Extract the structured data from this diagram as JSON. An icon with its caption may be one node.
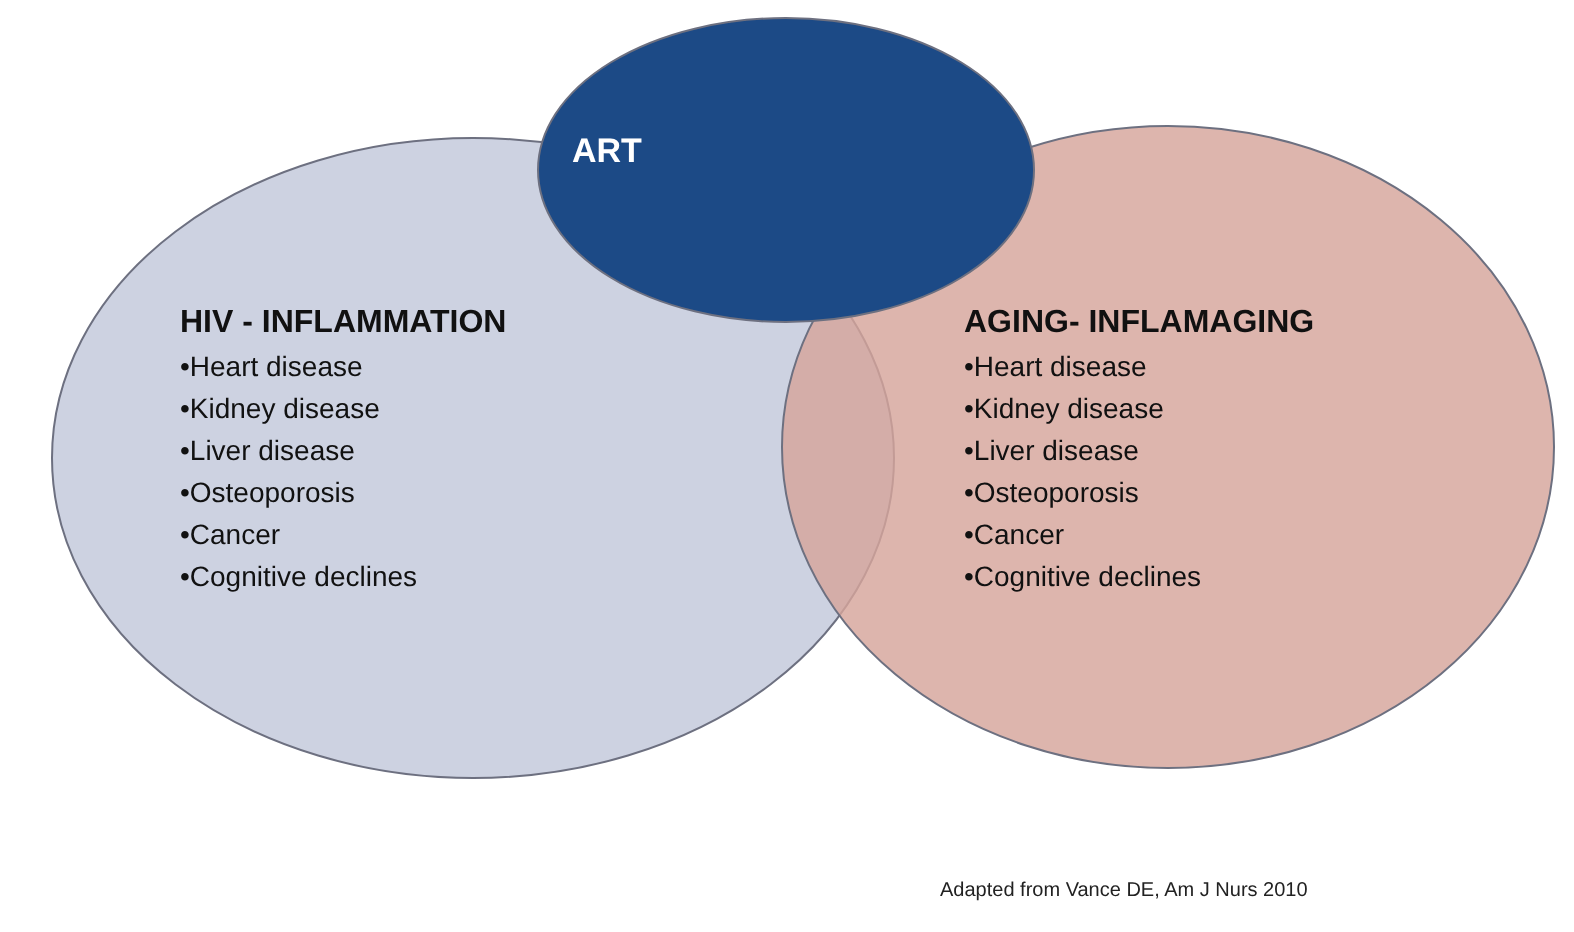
{
  "diagram": {
    "caption": "Adapted from Vance DE, Am J Nurs 2010",
    "nodes": [
      {
        "text": [
          "ART"
        ]
      },
      {
        "text": [
          "HIV - INFLAMMATION",
          "•Heart disease",
          "•Kidney disease",
          "•Liver disease",
          "•Osteoporosis",
          "•Cancer",
          "•Cognitive declines"
        ]
      },
      {
        "text": [
          "AGING- INFLAMAGING",
          "•Heart disease",
          "•Kidney disease",
          "•Liver disease",
          "•Osteoporosis",
          "•Cancer",
          "•Cognitive declines"
        ]
      }
    ]
  }
}
